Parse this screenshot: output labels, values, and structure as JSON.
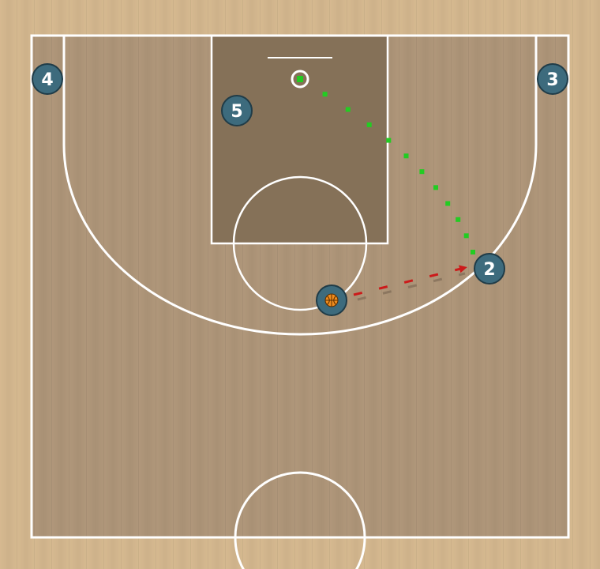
{
  "diagram": {
    "colors": {
      "wood_outer": "#d6b990",
      "wood_inner": "#b0977a",
      "paint": "#857158",
      "lines": "#ffffff",
      "player_fill": "#3d6b7d",
      "player_border": "#203c48",
      "pass_arrow": "#cc1a1a",
      "cut_dots": "#22cc22",
      "ball": "#f08c1e"
    },
    "players": [
      {
        "label": "4"
      },
      {
        "label": "3"
      },
      {
        "label": "5"
      },
      {
        "label": "2"
      },
      {
        "label": ""
      }
    ],
    "actions": [
      {
        "type": "pass",
        "from": "ball-handler",
        "to": "2"
      },
      {
        "type": "cut",
        "from": "2",
        "to": "basket"
      }
    ]
  }
}
